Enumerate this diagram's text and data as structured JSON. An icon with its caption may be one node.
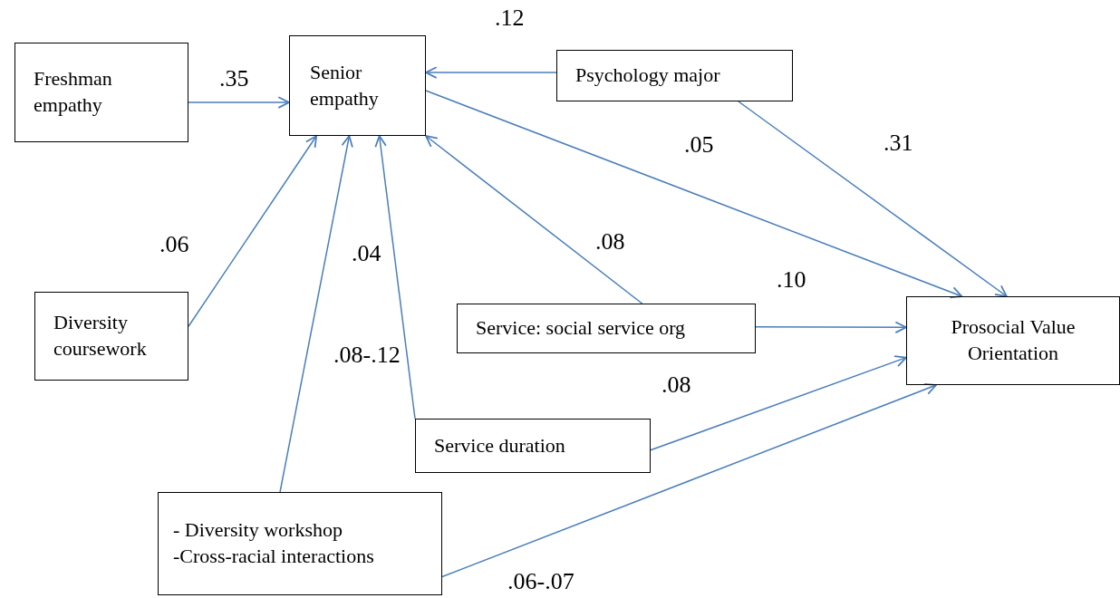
{
  "diagram": {
    "nodes": [
      {
        "text": [
          "Freshman empathy"
        ]
      },
      {
        "text": [
          "Senior empathy"
        ]
      },
      {
        "text": [
          "Psychology major"
        ]
      },
      {
        "text": [
          "Diversity coursework"
        ]
      },
      {
        "text": [
          "Service: social service org"
        ]
      },
      {
        "text": [
          "Prosocial Value Orientation"
        ]
      },
      {
        "text": [
          "Service duration"
        ]
      },
      {
        "text": [
          "- Diversity workshop",
          "-Cross-racial interactions"
        ]
      }
    ],
    "edges": [
      {
        "from": 0,
        "to": 1,
        "arrow": "to",
        "label": ".35"
      },
      {
        "from": 2,
        "to": 1,
        "arrow": "to",
        "label": ".12"
      },
      {
        "from": 1,
        "to": 5,
        "arrow": "to",
        "label": ".05"
      },
      {
        "from": 2,
        "to": 5,
        "arrow": "to",
        "label": ".31"
      },
      {
        "from": 3,
        "to": 1,
        "arrow": "to",
        "label": ".06"
      },
      {
        "from": 7,
        "to": 1,
        "arrow": "to",
        "label": ".08-.12"
      },
      {
        "from": 6,
        "to": 1,
        "arrow": "to",
        "label": ".04"
      },
      {
        "from": 4,
        "to": 1,
        "arrow": "to",
        "label": ".08"
      },
      {
        "from": 4,
        "to": 5,
        "arrow": "to",
        "label": ".10"
      },
      {
        "from": 6,
        "to": 5,
        "arrow": "to",
        "label": ".08"
      },
      {
        "from": 7,
        "to": 5,
        "arrow": "to",
        "label": ".06-.07"
      }
    ]
  }
}
